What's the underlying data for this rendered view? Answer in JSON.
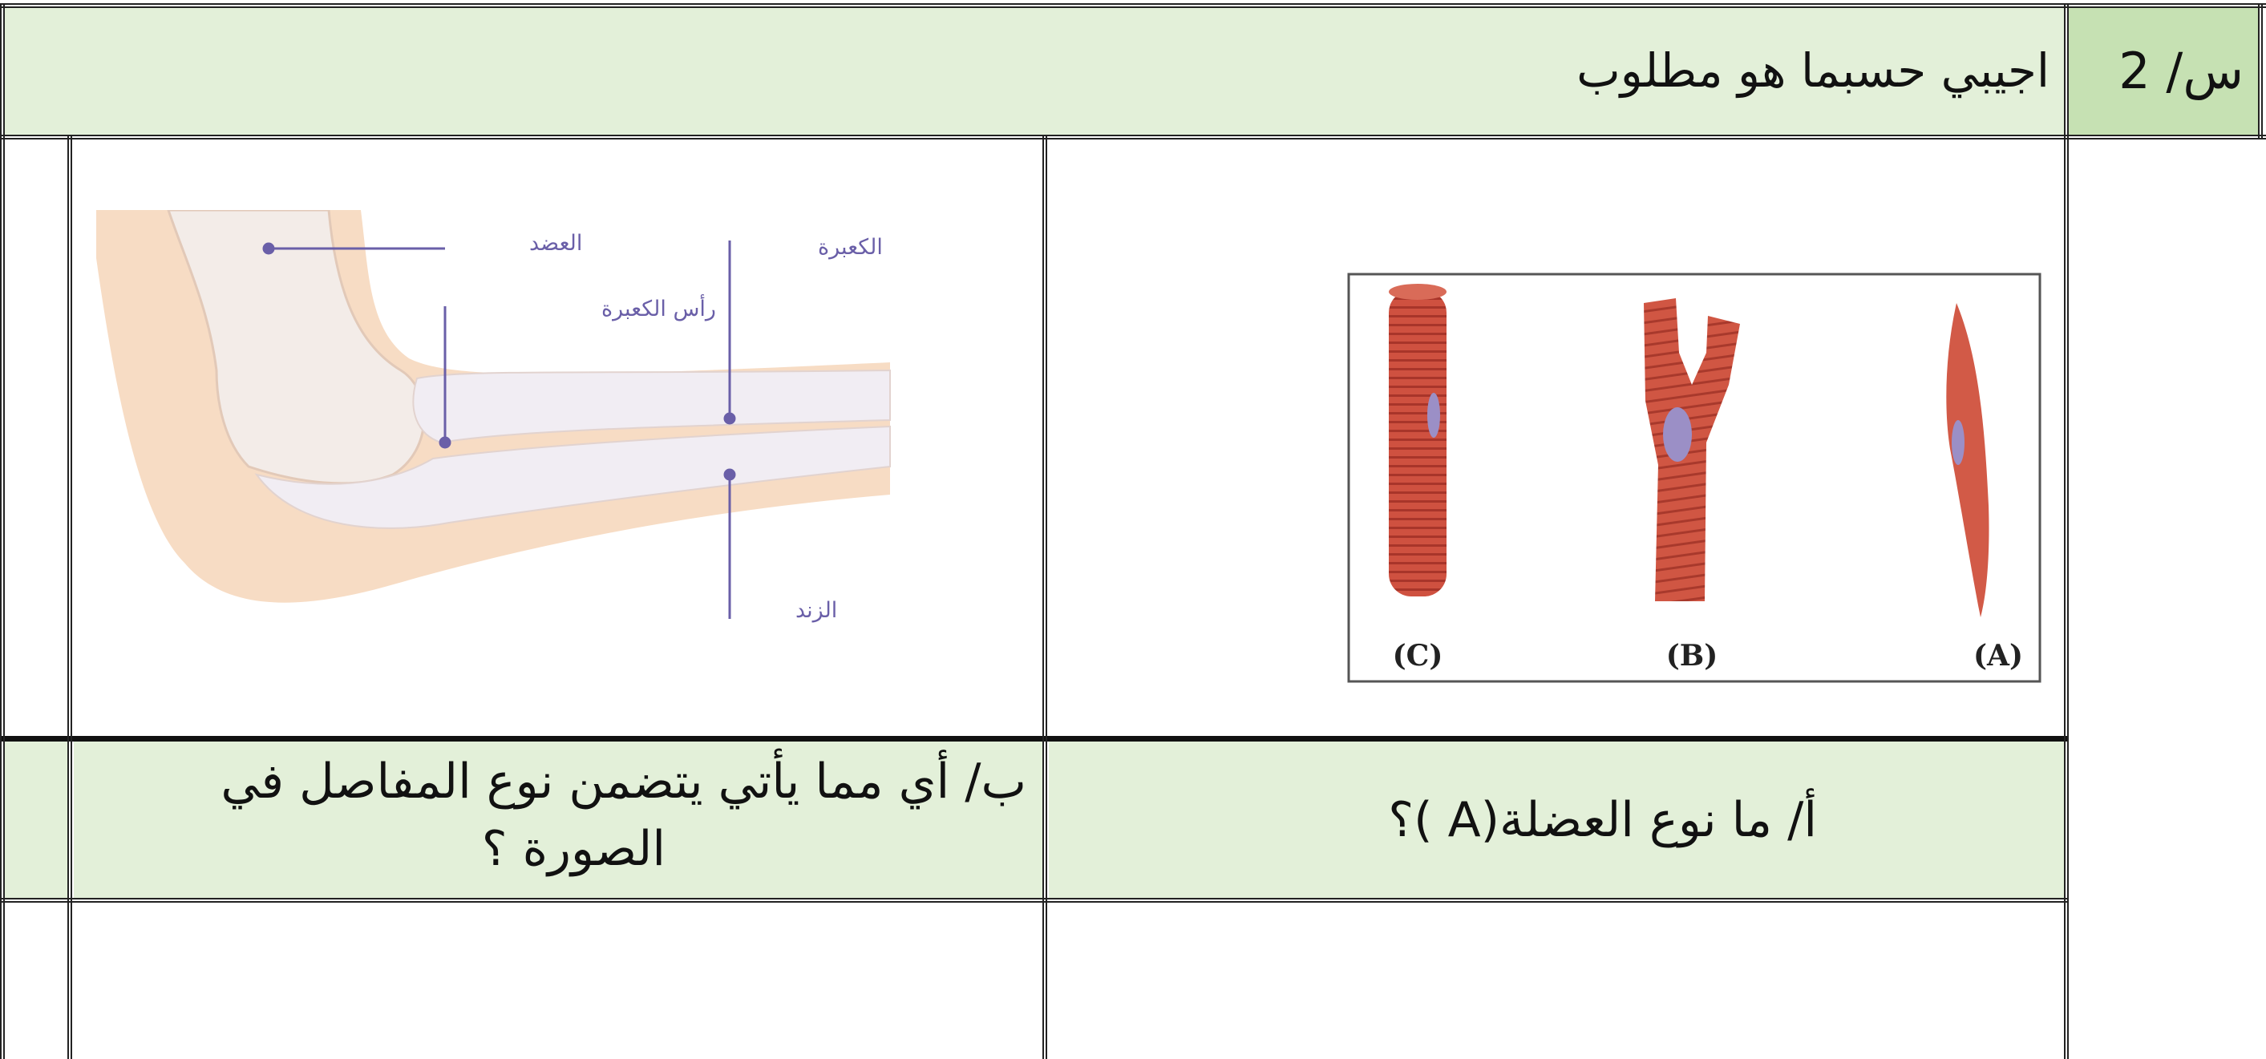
{
  "header": {
    "question_number": "س/ 2",
    "instruction": "اجيبي حسبما هو مطلوب"
  },
  "muscle_figure": {
    "labels": [
      "(C)",
      "(B)",
      "(A)"
    ]
  },
  "elbow_figure": {
    "labels": {
      "humerus": "العضد",
      "radius": "الكعبرة",
      "radius_head": "رأس الكعبرة",
      "ulna": "الزند"
    }
  },
  "questions": {
    "a": "أ/ ما نوع العضلة(A )؟",
    "b_line1": "ب/ أي مما يأتي يتضمن نوع المفاصل في",
    "b_line2": "الصورة ؟"
  },
  "colors": {
    "header_fill": "#e3f0d9",
    "qnum_fill": "#c6e1b3",
    "label_purple": "#6a5fa8",
    "muscle_red": "#c9483a"
  }
}
